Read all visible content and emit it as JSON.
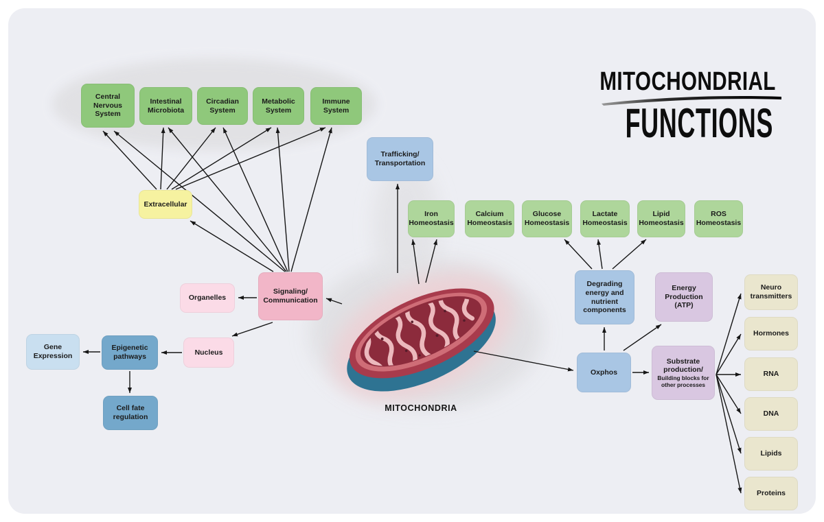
{
  "title": {
    "line1": "MITOCHONDRIAL",
    "line2": "FUNCTIONS"
  },
  "center_label": "MITOCHONDRIA",
  "nodes": {
    "cns": {
      "label": "Central Nervous System"
    },
    "intestinal": {
      "label": "Intestinal Microbiota"
    },
    "circadian": {
      "label": "Circadian System"
    },
    "metabolic": {
      "label": "Metabolic System"
    },
    "immune": {
      "label": "Immune System"
    },
    "extracellular": {
      "label": "Extracellular"
    },
    "trafficking": {
      "label": "Trafficking/ Transportation"
    },
    "iron": {
      "label": "Iron Homeostasis"
    },
    "calcium": {
      "label": "Calcium Homeostasis"
    },
    "glucose": {
      "label": "Glucose Homeostasis"
    },
    "lactate": {
      "label": "Lactate Homeostasis"
    },
    "lipid": {
      "label": "Lipid Homeostasis"
    },
    "ros": {
      "label": "ROS Homeostasis"
    },
    "signaling": {
      "label": "Signaling/ Communication"
    },
    "organelles": {
      "label": "Organelles"
    },
    "nucleus": {
      "label": "Nucleus"
    },
    "epigenetic": {
      "label": "Epigenetic pathways"
    },
    "gene_expression": {
      "label": "Gene Expression"
    },
    "cell_fate": {
      "label": "Cell fate regulation"
    },
    "degrading": {
      "label": "Degrading energy and nutrient components"
    },
    "energy_production": {
      "label": "Energy Production (ATP)"
    },
    "oxphos": {
      "label": "Oxphos"
    },
    "substrate": {
      "label": "Substrate production/",
      "sublabel": "Building blocks for other processes"
    },
    "neurotransmitters": {
      "label": "Neuro transmitters"
    },
    "hormones": {
      "label": "Hormones"
    },
    "rna": {
      "label": "RNA"
    },
    "dna": {
      "label": "DNA"
    },
    "lipids": {
      "label": "Lipids"
    },
    "proteins": {
      "label": "Proteins"
    }
  },
  "colors": {
    "green": "#8fc87b",
    "green2": "#aed69b",
    "yellow": "#f6f2a0",
    "blue": "#a9c6e4",
    "steel": "#74a8cb",
    "lblue": "#c9dff0",
    "pink": "#f2b6c8",
    "lpink": "#fbdbe7",
    "purple": "#d9c7e1",
    "beige": "#eae6ce"
  }
}
